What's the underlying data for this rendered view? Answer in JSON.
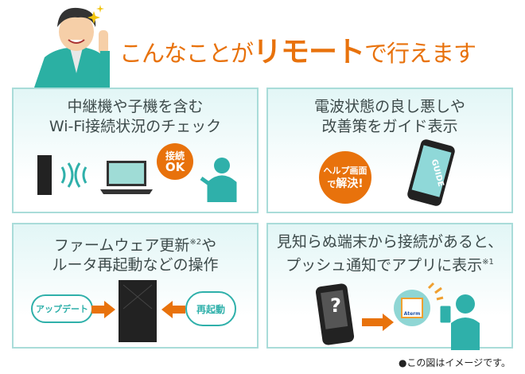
{
  "header": {
    "headline_pre": "こんなことが",
    "headline_bold": "リモート",
    "headline_post": "で行えます"
  },
  "panels": [
    {
      "title_line1": "中継機や子機を含む",
      "title_line2": "Wi-Fi接続状況のチェック",
      "bubble": "接続",
      "bubble2": "OK"
    },
    {
      "title_line1": "電波状態の良し悪しや",
      "title_line2": "改善策をガイド表示",
      "bubble": "ヘルプ画面",
      "bubble2_pre": "で",
      "bubble2": "解決!",
      "screen_label": "GUIDE"
    },
    {
      "title_line1": "ファームウェア更新",
      "title_sup": "※2",
      "title_line1_post": "や",
      "title_line2": "ルータ再起動などの操作",
      "cloud_label": "アップデート",
      "restart_label": "再起動"
    },
    {
      "title_line1": "見知らぬ端末から接続があると、",
      "title_line2": "プッシュ通知でアプリに表示",
      "title_sup": "※1",
      "phone_symbol": "?",
      "app_label": "Aterm"
    }
  ],
  "footer": {
    "note": "●この図はイメージです。"
  },
  "colors": {
    "orange": "#e8720c",
    "teal": "#2fb0aa",
    "border": "#a9dcd9"
  }
}
